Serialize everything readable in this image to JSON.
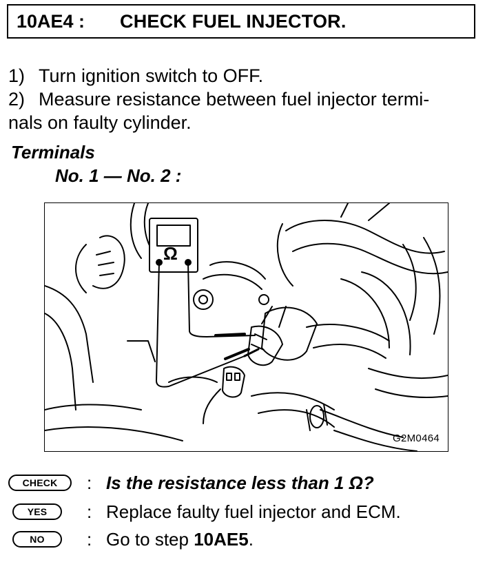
{
  "header": {
    "step_code": "10AE4 :",
    "step_title": "CHECK FUEL INJECTOR."
  },
  "instructions": [
    {
      "num": "1)",
      "text": "Turn ignition switch to OFF."
    },
    {
      "num": "2)",
      "text": "Measure resistance between fuel injector termi-"
    },
    {
      "num": "",
      "text": "nals on faulty cylinder."
    }
  ],
  "terminals": {
    "heading": "Terminals",
    "pair": "No. 1 — No. 2 :"
  },
  "figure": {
    "code": "G2M0464",
    "meter_symbol": "Ω"
  },
  "decision": {
    "check": {
      "badge": "CHECK",
      "colon": ":",
      "text": "Is the resistance less than 1 Ω?"
    },
    "yes": {
      "badge": "YES",
      "colon": ":",
      "text": "Replace faulty fuel injector and ECM."
    },
    "no": {
      "badge": "NO",
      "colon": ":",
      "text_prefix": "Go to step ",
      "text_target": "10AE5",
      "text_suffix": "."
    }
  }
}
